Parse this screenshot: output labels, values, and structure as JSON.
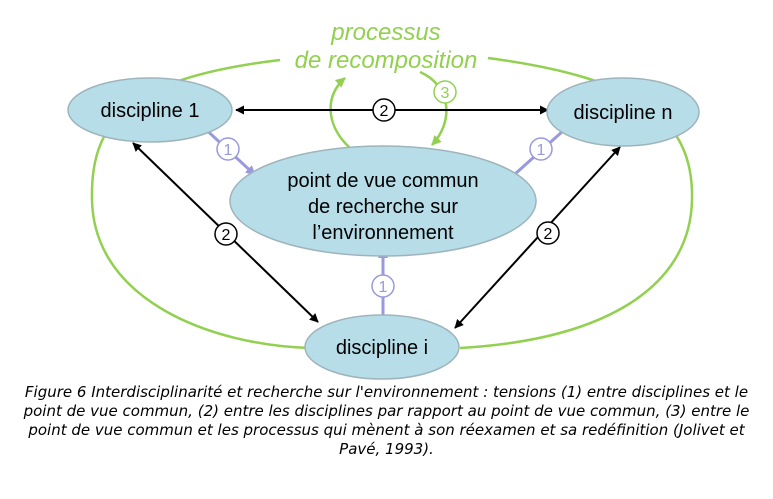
{
  "process": {
    "title_line1": "processus",
    "title_line2": "de recomposition"
  },
  "nodes": {
    "discipline_1": "discipline 1",
    "discipline_n": "discipline n",
    "discipline_i": "discipline i",
    "center_line1": "point de vue commun",
    "center_line2": "de recherche sur",
    "center_line3": "l’environnement"
  },
  "markers": {
    "tension_1": "1",
    "tension_2": "2",
    "tension_3": "3"
  },
  "caption": "Figure 6 Interdisciplinarité et recherche sur l'environnement : tensions (1) entre disciplines et le point de vue commun, (2) entre les disciplines par rapport au point de vue commun, (3) entre le point de vue commun et les processus qui mènent à son réexamen et sa redéfinition (Jolivet et Pavé, 1993).",
  "colors": {
    "green": "#92D050",
    "ellipse_fill": "#B7DEE8",
    "ellipse_stroke": "#9EB4BD",
    "purple": "#9999DD",
    "black": "#000000"
  }
}
